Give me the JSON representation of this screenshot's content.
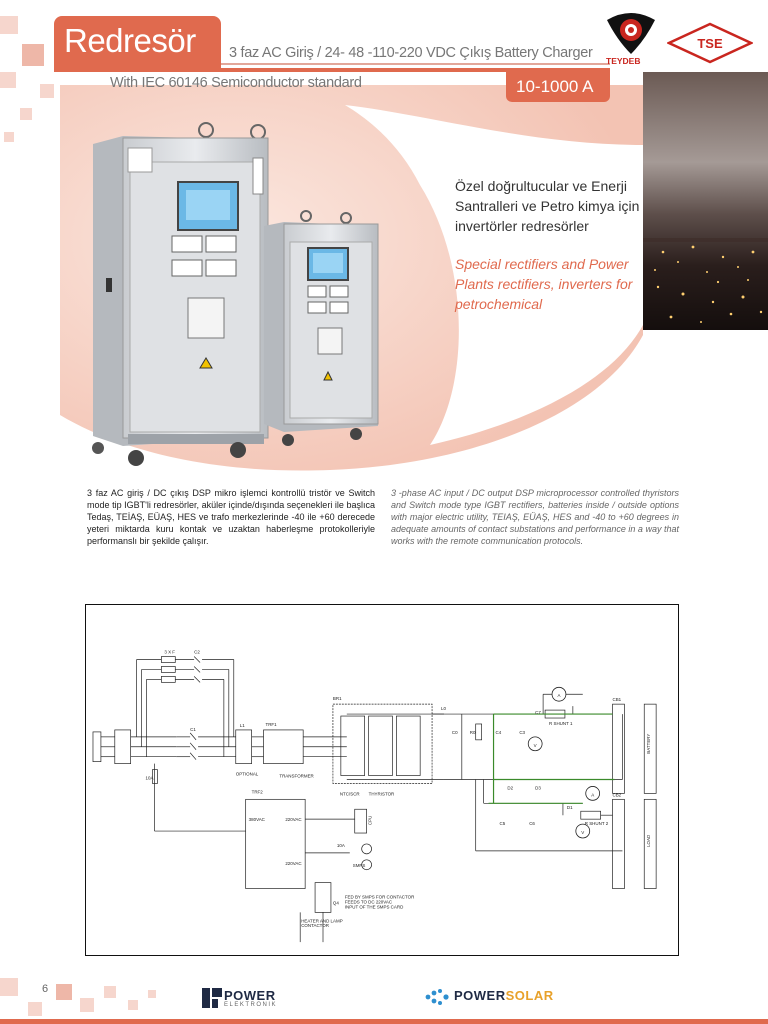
{
  "header": {
    "title": "Redresör",
    "subtitle": "3 faz AC Giriş / 24- 48 -110-220 VDC Çıkış Battery Charger",
    "standard": "With IEC 60146 Semiconductor standard",
    "range": "10-1000 A"
  },
  "logos": {
    "teydeb": "TEYDEB",
    "tse": "TSE",
    "power_logo": "POWER",
    "power_sub": "ELEKTRONIK",
    "powersolar_power": "POWER",
    "powersolar_solar": "SOLAR"
  },
  "description": {
    "tr_heading": "Özel doğrultucular ve Enerji Santralleri ve Petro kimya için invertörler redresörler",
    "en_heading": "Special rectifiers and Power Plants rectifiers, inverters for petrochemical",
    "tr_body": "3 faz AC giriş / DC çıkış DSP mikro işlemci kontrollü tristör ve Switch mode tip IGBT'li redresörler, aküler içinde/dışında seçenekleri ile başlıca Tedaş, TEİAŞ, EÜAŞ, HES ve trafo merkezlerinde -40 ile +60 derecede yeteri miktarda kuru kontak ve uzaktan haberleşme protokolleriyle performanslı bir şekilde çalışır.",
    "en_body": "3 -phase AC input / DC output DSP microprocessor controlled thyristors and Switch mode type IGBT rectifiers, batteries inside / outside options with major electric utility, TEIAŞ, EÜAŞ, HES and -40 to +60 degrees in adequate amounts of contact substations and performance in a way that works with the remote communication protocols."
  },
  "diagram": {
    "labels": {
      "fuses": "3 X F",
      "c2": "C2",
      "c1": "C1",
      "l1": "L1",
      "trf1": "TRF1",
      "optional": "OPTIONAL",
      "transformer": "TRANSFORMER",
      "br1": "BR1",
      "l0": "L0",
      "c0": "C0",
      "r0": "R0",
      "c3": "C3",
      "c4": "C4",
      "shunt1": "R SHUNT 1",
      "shunt2": "R SHUNT 2",
      "cb1": "CB1",
      "cb2": "CB2",
      "battery": "BATTERY",
      "load": "LOAD",
      "ntc": "NTC/SCR",
      "thyristor": "THYRISTOR",
      "trf2": "TRF2",
      "v380": "380VAC",
      "v220a": "220VAC",
      "v220b": "220VAC",
      "f10a": "10A",
      "f10a_2": "10A",
      "d1": "D1",
      "d2": "D2",
      "d3": "D3",
      "c5": "C5",
      "c6": "C6",
      "c7": "C7",
      "q4": "Q4",
      "smps": "SMPS",
      "cpu": "CPU",
      "fed_line1": "FED BY SMPS FOR CONTACTOR",
      "fed_line2": "FEEDS TO DC 220VAC",
      "fed_line3": "INPUT OF THE SMPS CARD",
      "heater_line1": "HEATER AND LAMP",
      "heater_line2": "CONTACTOR",
      "meter_a": "A",
      "meter_v": "V"
    }
  },
  "footer": {
    "page": "6"
  },
  "colors": {
    "accent": "#e06a4e",
    "peach": "#f9ddd2",
    "green": "#3a8a2a"
  }
}
